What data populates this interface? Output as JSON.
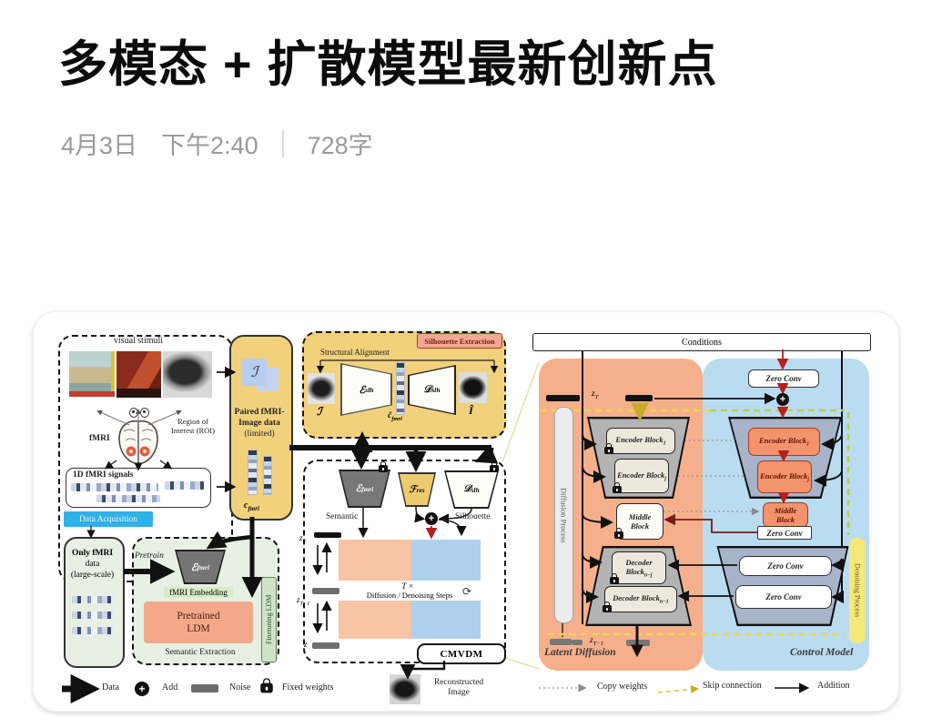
{
  "header": {
    "title": "多模态 + 扩散模型最新创新点",
    "date": "4月3日",
    "time": "下午2:40",
    "word_count": "728字"
  },
  "colors": {
    "accent_yellow": "#f2d17c",
    "panel_orange": "#f5b08b",
    "panel_blue": "#badcf0",
    "cyan_badge": "#2fb0e8",
    "salmon": "#f4a88b",
    "light_green": "#e7f0e3",
    "block_orange": "#f2936b"
  },
  "figure": {
    "acquisition": {
      "title": "visual stimuli",
      "fmri": "fMRI",
      "roi": "Region of Interest (ROI)",
      "signals": "1D fMRI signals",
      "badge": "Data Acquisition"
    },
    "only_fmri": {
      "line1": "Only fMRI",
      "line2": "data",
      "line3": "(large-scale)"
    },
    "pretrain": "Pretrain",
    "semantic_box": {
      "enc_base": "ℰ",
      "enc_sub": "fmri",
      "embedding": "fMRI Embedding",
      "ldm_line1": "Pretrained",
      "ldm_line2": "LDM",
      "caption": "Semantic Extraction",
      "finetune": "Finetuning LDM"
    },
    "paired": {
      "line1": "Paired fMRI-",
      "line2": "Image data",
      "line3": "(limited)",
      "image_symbol": "ℐ",
      "c_base": "c",
      "c_sub": "fmri"
    },
    "silhouette_box": {
      "badge": "Silhouette Extraction",
      "alignment": "Structural Alignment",
      "enc_base": "ℰ",
      "enc_sub": "slh",
      "dec_base": "𝒟",
      "dec_sub": "slh",
      "c_base": "ĉ",
      "c_sub": "fmri",
      "in_symbol": "ℐ",
      "out_symbol": "Î"
    },
    "cmvdm": {
      "enc_base": "ℰ",
      "enc_sub": "fmri",
      "fres_base": "ℱ",
      "fres_sub": "res",
      "dec_base": "𝒟",
      "dec_sub": "slh",
      "semantic": "Semantic",
      "silhouette": "Silhouette",
      "zt_base": "z",
      "zt_sub": "T",
      "zt1_base": "z",
      "zt1_sub": "T−1",
      "z_final": "z",
      "steps_count": "T ×",
      "steps": "Diffusion / Denoising Steps",
      "loop_icon": "⟳",
      "name": "CMVDM",
      "reconstructed_line1": "Reconstructed",
      "reconstructed_line2": "Image"
    },
    "control": {
      "conditions": "Conditions",
      "zero_conv": "Zero Conv",
      "enc1_base": "Encoder Block",
      "enc1_sub": "1",
      "encj_base": "Encoder Block",
      "encj_sub": "j",
      "middle_line1": "Middle",
      "middle_line2": "Block",
      "decnj_base": "Decoder Block",
      "decnj_sub": "n−j",
      "decn1_base": "Decoder Block",
      "decn1_sub": "n−1",
      "diffusion_process": "Diffusion Process",
      "denoising_process": "Denoising Process",
      "latent": "Latent Diffusion",
      "control_model": "Control Model",
      "zt_base": "z",
      "zt_sub": "T",
      "zt1_base": "z",
      "zt1_sub": "T−1"
    },
    "legend": {
      "data": "Data",
      "add": "Add",
      "noise": "Noise",
      "fixed": "Fixed weights",
      "copy": "Copy weights",
      "skip": "Skip connection",
      "addition": "Addition"
    }
  }
}
